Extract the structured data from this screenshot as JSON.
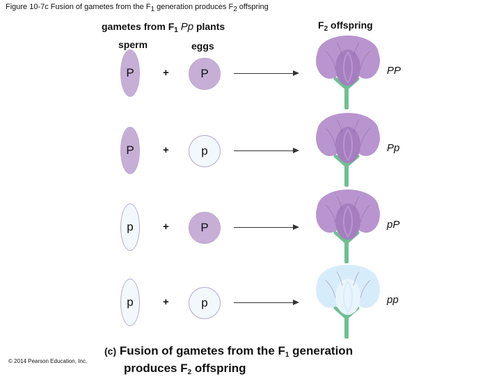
{
  "figure_title": {
    "prefix": "Figure 10-7c Fusion of gametes from the F",
    "sub": "1",
    "mid": " generation produces F",
    "sub2": "2",
    "suffix": " offspring"
  },
  "header": {
    "gametes_prefix": "gametes from F",
    "gametes_sub": "1",
    "gametes_genotype": "Pp",
    "gametes_suffix": " plants",
    "offspring_prefix": "F",
    "offspring_sub": "2",
    "offspring_suffix": " offspring"
  },
  "columns": {
    "sperm": "sperm",
    "eggs": "eggs"
  },
  "rows": [
    {
      "sperm": "P",
      "sperm_dominant": true,
      "plus": "+",
      "egg": "P",
      "egg_dominant": true,
      "offspring": "PP",
      "flower_color": "purple"
    },
    {
      "sperm": "P",
      "sperm_dominant": true,
      "plus": "+",
      "egg": "p",
      "egg_dominant": false,
      "offspring": "Pp",
      "flower_color": "purple"
    },
    {
      "sperm": "p",
      "sperm_dominant": false,
      "plus": "+",
      "egg": "P",
      "egg_dominant": true,
      "offspring": "pP",
      "flower_color": "purple"
    },
    {
      "sperm": "p",
      "sperm_dominant": false,
      "plus": "+",
      "egg": "p",
      "egg_dominant": false,
      "offspring": "pp",
      "flower_color": "white"
    }
  ],
  "caption": {
    "tag": "(c)",
    "line1_prefix": "Fusion of gametes from the F",
    "line1_sub": "1",
    "line1_suffix": " generation",
    "line2_prefix": "produces F",
    "line2_sub": "2",
    "line2_suffix": " offspring"
  },
  "copyright": "© 2014 Pearson Education, Inc.",
  "colors": {
    "dominant_cell": "#c7aed7",
    "recessive_cell": "#f2f8fc",
    "purple_petal": "#b995cf",
    "white_petal": "#d7ecfa",
    "stem": "#6fbf93"
  }
}
